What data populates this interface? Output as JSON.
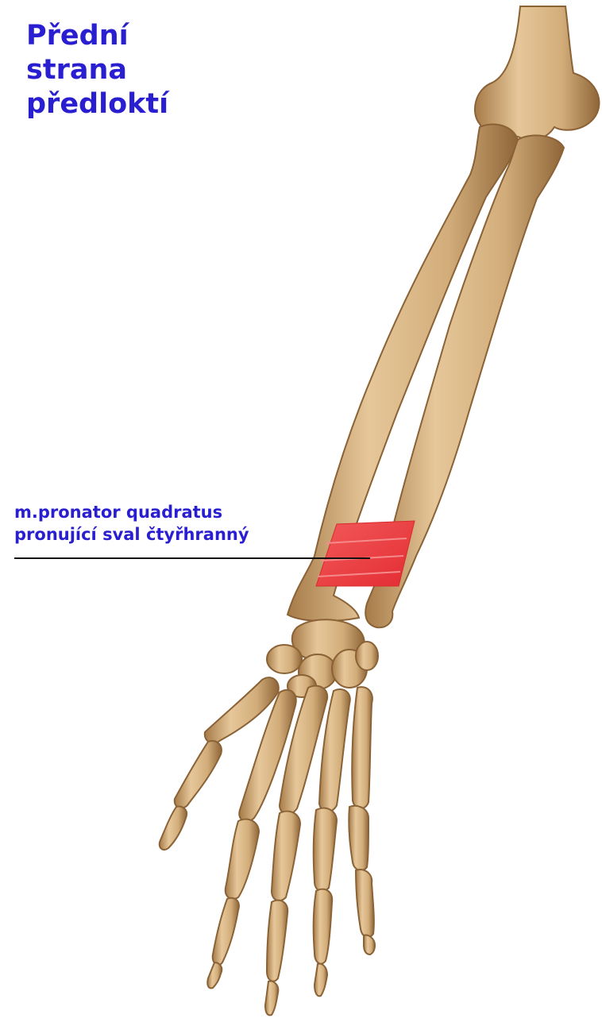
{
  "title": {
    "lines": [
      "Přední",
      "strana",
      "předloktí"
    ]
  },
  "label": {
    "latin": "m.pronator quadratus",
    "czech": "pronující sval čtyřhranný"
  },
  "colors": {
    "text": "#2a1fd0",
    "bone": "#d9b98a",
    "bone_shadow": "#9c7446",
    "muscle": "#ee3a3a",
    "leader_line": "#111111"
  }
}
